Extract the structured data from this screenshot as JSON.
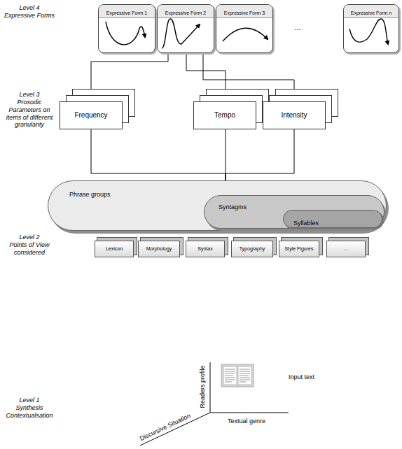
{
  "diagram": {
    "nodes": [
      {
        "text": [
          "Expressive Form 1"
        ]
      },
      {
        "text": [
          "Expressive Form 2"
        ]
      },
      {
        "text": [
          "Expressive Form 3"
        ]
      },
      {
        "text": [
          "Expressive Form n"
        ]
      },
      {
        "text": [
          "Frequency"
        ]
      },
      {
        "text": [
          "Tempo"
        ]
      },
      {
        "text": [
          "Intensity"
        ]
      },
      {
        "text": [
          "Phrase groups"
        ]
      },
      {
        "text": [
          "Syntagms"
        ],
        "in": 7
      },
      {
        "text": [
          "Syllables"
        ],
        "in": 8
      },
      {
        "text": [
          "Lexicon"
        ]
      },
      {
        "text": [
          "Morphology"
        ]
      },
      {
        "text": [
          "Syntax"
        ]
      },
      {
        "text": [
          "Typography"
        ]
      },
      {
        "text": [
          "Style Figures"
        ]
      },
      {
        "text": [
          "..."
        ]
      }
    ],
    "edges": [
      {
        "from": 4,
        "to": 1,
        "arrow": "none"
      },
      {
        "from": 5,
        "to": 1,
        "arrow": "none"
      },
      {
        "from": 6,
        "to": 1,
        "arrow": "none"
      },
      {
        "from": 4,
        "to": 7,
        "arrow": "none"
      },
      {
        "from": 5,
        "to": 7,
        "arrow": "none"
      },
      {
        "from": 6,
        "to": 7,
        "arrow": "none"
      }
    ],
    "labels": [
      "Level 4",
      "Expressive Forms",
      "...",
      "Level 3",
      "Prosodic Parameters on items of different granularity",
      "Level 2",
      "Points of View considered",
      "Level 1",
      "Synthesis Contextualsation",
      "Readers profile",
      "Input text",
      "Textual genre",
      "Discursive Situation"
    ]
  }
}
